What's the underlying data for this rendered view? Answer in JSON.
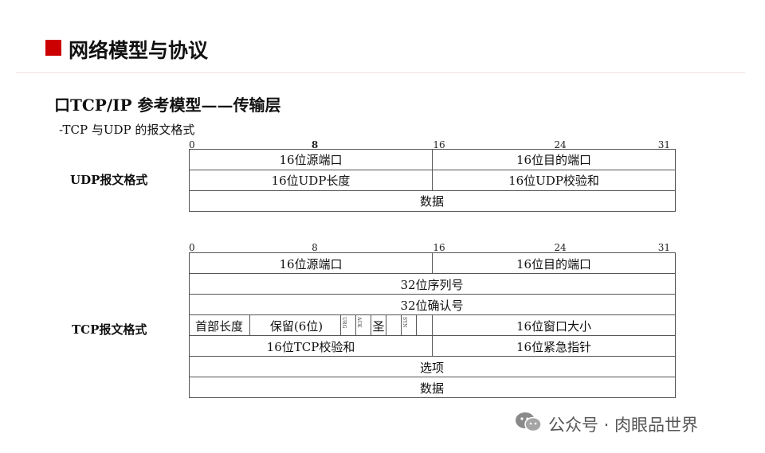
{
  "header": {
    "title": "网络模型与协议"
  },
  "section": {
    "title": "口TCP/IP 参考模型——传输层",
    "subtitle": "-TCP  与UDP 的报文格式"
  },
  "udp": {
    "label": "UDP报文格式",
    "bit_ticks": [
      "0",
      "8",
      "16",
      "24",
      "31"
    ],
    "rows": [
      [
        "16位源端口",
        "16位目的端口"
      ],
      [
        "16位UDP长度",
        "16位UDP校验和"
      ],
      [
        "数据"
      ]
    ]
  },
  "tcp": {
    "label": "TCP报文格式",
    "bit_ticks": [
      "0",
      "8",
      "16",
      "24",
      "31"
    ],
    "rows": [
      [
        "16位源端口",
        "16位目的端口"
      ],
      [
        "32位序列号"
      ],
      [
        "32位确认号"
      ],
      [
        "首部长度",
        "保留(6位)",
        "URG",
        "ACK",
        "圣",
        "",
        "SYN",
        "",
        "16位窗口大小"
      ],
      [
        "16位TCP校验和",
        "16位紧急指针"
      ],
      [
        "选项"
      ],
      [
        "数据"
      ]
    ]
  },
  "watermark": {
    "text": "公众号 · 肉眼品世界",
    "icon": "wechat-icon"
  },
  "colors": {
    "accent": "#cc0000",
    "rule": "#f1dede",
    "border": "#555555"
  }
}
